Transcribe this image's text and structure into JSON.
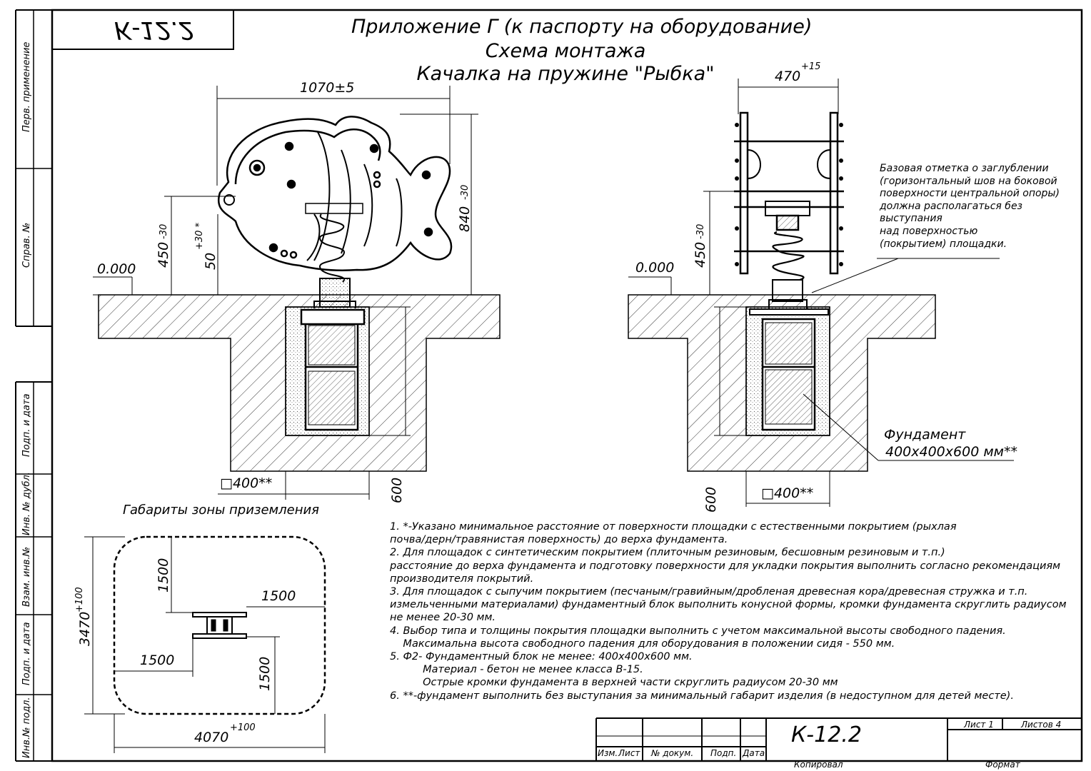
{
  "drawing": {
    "code_top": "К-12.2",
    "title": [
      "Приложение Г (к паспорту на оборудование)",
      "Схема монтажа",
      "Качалка на пружине \"Рыбка\""
    ],
    "dims_front": {
      "width": "1070±5",
      "height_840": "840",
      "tol_840": "-30",
      "h450": "450",
      "tol_450": "-30",
      "h50": "50",
      "tol_50": "+30 *",
      "level": "0.000",
      "square": "□400**",
      "depth": "600"
    },
    "dims_side": {
      "width": "470",
      "tol_470": "+15",
      "h450": "450",
      "tol_450": "-30",
      "level": "0.000",
      "square": "□400**",
      "depth": "600"
    },
    "base_note": [
      "Базовая отметка о заглублении",
      "(горизонтальный шов на боковой",
      "поверхности центральной опоры)",
      "должна располагаться без",
      "выступания",
      "над поверхностью",
      "(покрытием) площадки."
    ],
    "foundation_label": [
      "Фундамент",
      "400х400х600 мм**"
    ],
    "zone": {
      "title": "Габариты зоны приземления",
      "d1500_a": "1500",
      "d1500_b": "1500",
      "d1500_c": "1500",
      "d1500_d": "1500",
      "height": "3470",
      "tol_h": "+100",
      "width": "4070",
      "tol_w": "+100"
    },
    "notes": [
      "1. *-Указано минимальное расстояние от поверхности площадки с естественными покрытием (рыхлая",
      "почва/дерн/травянистая поверхность) до верха фундамента.",
      "2. Для площадок с синтетическим покрытием (плиточным резиновым, бесшовным резиновым и т.п.)",
      "расстояние до верха фундамента и подготовку поверхности для укладки покрытия выполнить согласно рекомендациям",
      "производителя покрытий.",
      "3. Для площадок с сыпучим покрытием (песчаным/гравийным/дробленая древесная кора/древесная стружка и т.п.",
      "измельченными материалами) фундаментный блок выполнить конусной формы, кромки фундамента скруглить радиусом",
      "не менее 20-30 мм.",
      "4. Выбор типа и толщины покрытия площадки выполнить с учетом максимальной высоты свободного падения.",
      "    Максимальна высота свободного падения для оборудования в положении сидя - 550 мм.",
      "5. Ф2- Фундаментный блок не менее: 400х400х600 мм.",
      "          Материал - бетон не менее класса В-15.",
      "          Острые кромки фундамента в верхней части скруглить радиусом 20-30 мм",
      "6. **-фундамент выполнить без выступания за минимальный габарит изделия (в недоступном для детей месте)."
    ]
  },
  "side_stamps": [
    "Перв. применение",
    "Справ. №",
    "Подп. и дата",
    "Инв. № дубл.",
    "Взам. инв.№",
    "Подп. и дата",
    "Инв.№ подл."
  ],
  "title_block": {
    "code": "К-12.2",
    "sheet_label": "Лист 1",
    "sheets_label": "Листов 4",
    "col_change": "Изм.",
    "col_sheet": "Лист",
    "col_doc": "№ докум.",
    "col_sign": "Подп.",
    "col_date": "Дата",
    "copied": "Копировал",
    "format": "Формат"
  }
}
